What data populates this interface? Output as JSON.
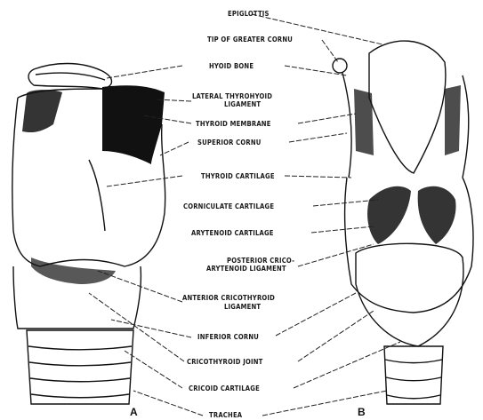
{
  "labels": {
    "epiglottis": "EPIGLOTTIS",
    "tip_greater_cornu": "TIP OF GREATER CORNU",
    "hyoid_bone": "HYOID BONE",
    "lateral_thyrohyoid_1": "LATERAL THYROHYOID",
    "lateral_thyrohyoid_2": "LIGAMENT",
    "thyroid_membrane": "THYROID MEMBRANE",
    "superior_cornu": "SUPERIOR CORNU",
    "thyroid_cartilage": "THYROID CARTILAGE",
    "corniculate": "CORNICULATE CARTILAGE",
    "arytenoid": "ARYTENOID CARTILAGE",
    "posterior_crico_1": "POSTERIOR CRICO-",
    "posterior_crico_2": "ARYTENOID LIGAMENT",
    "anterior_crico_1": "ANTERIOR CRICOTHYROID",
    "anterior_crico_2": "LIGAMENT",
    "inferior_cornu": "INFERIOR CORNU",
    "cricothyroid_joint": "CRICOTHYROID JOINT",
    "cricoid_cartilage": "CRICOID CARTILAGE",
    "trachea": "TRACHEA"
  },
  "panels": {
    "a": "A",
    "b": "B"
  }
}
